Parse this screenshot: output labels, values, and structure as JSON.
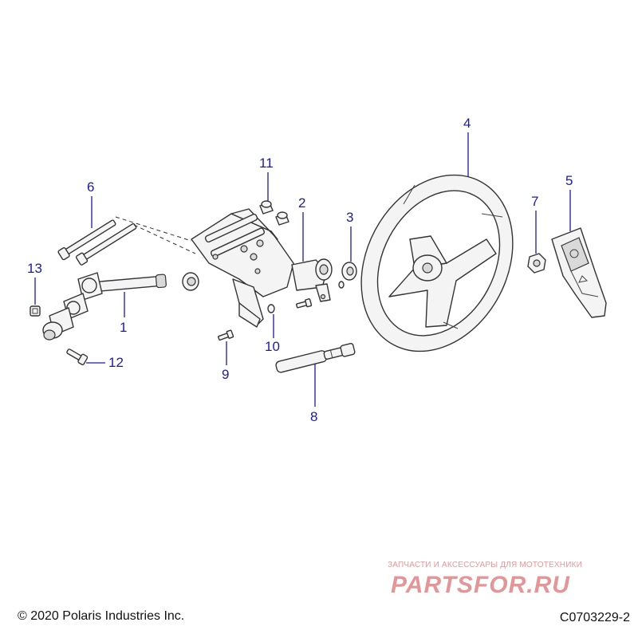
{
  "diagram": {
    "callouts": [
      "1",
      "2",
      "3",
      "4",
      "5",
      "6",
      "7",
      "8",
      "9",
      "10",
      "11",
      "12",
      "13"
    ],
    "parts": [
      "steering-shaft-assembly",
      "steering-column-bracket",
      "bushing",
      "steering-wheel",
      "steering-wheel-cover",
      "long-bolt",
      "nut",
      "tilt-shaft",
      "screw",
      "washer",
      "grommet",
      "flange-bolt",
      "clip-nut"
    ]
  },
  "footer": {
    "copyright": "© 2020 Polaris Industries Inc.",
    "drawing_number": "C0703229-2"
  },
  "watermark": {
    "tagline": "ЗАПЧАСТИ И АКСЕССУАРЫ ДЛЯ МОТОТЕХНИКИ",
    "brand": "PARTSFOR.RU",
    "color": "#c2171d"
  },
  "colors": {
    "callout": "#1a1aa6",
    "line": "#333333",
    "part_fill": "#f4f4f4"
  }
}
